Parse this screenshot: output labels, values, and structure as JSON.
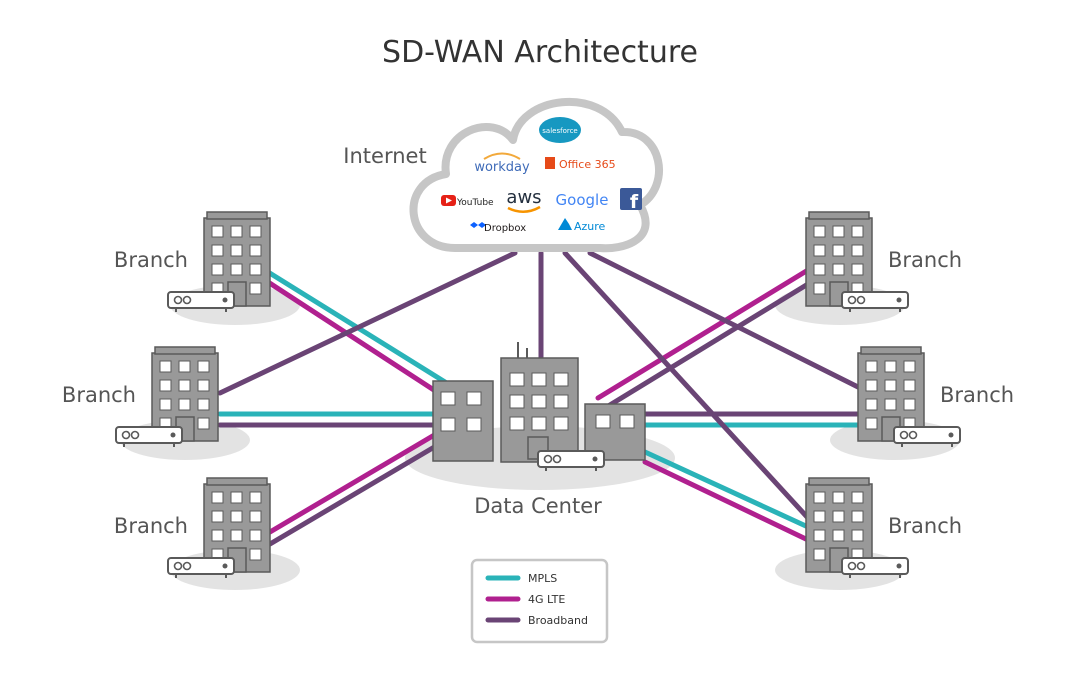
{
  "title": "SD-WAN Architecture",
  "internet_label": "Internet",
  "data_center_label": "Data Center",
  "branch_label": "Branch",
  "cloud_services": {
    "salesforce": "salesforce",
    "workday": "workday",
    "office365": "Office 365",
    "youtube": "YouTube",
    "aws": "aws",
    "google": "Google",
    "facebook": "f",
    "dropbox": "Dropbox",
    "azure": "Azure"
  },
  "legend": [
    {
      "name": "MPLS",
      "color": "#2ab3b8"
    },
    {
      "name": "4G LTE",
      "color": "#b0208f"
    },
    {
      "name": "Broadband",
      "color": "#6a4475"
    }
  ],
  "colors": {
    "building": "#999999",
    "building_stroke": "#5a5a5a",
    "window": "#ffffff",
    "shadow": "#e3e3e3",
    "cloud_stroke": "#c6c6c6",
    "router_fill": "#ffffff"
  }
}
